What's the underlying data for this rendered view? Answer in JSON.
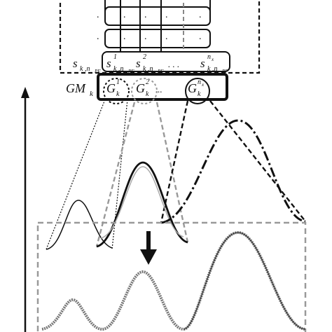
{
  "rows": [
    {
      "label": "s",
      "sub": "k ,n",
      "subsub": "PF"
    },
    {
      "label": "s",
      "sup": "1",
      "sub": "k ,n",
      "subsub": "PF"
    },
    {
      "label": "s",
      "sup": "2",
      "sub": "k ,n",
      "subsub": "PF"
    },
    {
      "label": "s",
      "sup": "n",
      "supsub": "x",
      "sub": "k ,n",
      "subsub": "PF"
    }
  ],
  "gm_label": {
    "main": "GM",
    "sub": "k"
  },
  "components": [
    {
      "label": "G",
      "sup": "1",
      "sub": "k"
    },
    {
      "label": "G",
      "sup": "2",
      "sub": "k"
    },
    {
      "label": "G",
      "sup": "n",
      "supsub": "x",
      "sub": "k"
    }
  ],
  "ellipsis": "...",
  "dots_ellipsis": ". . .",
  "grid_dot": "."
}
